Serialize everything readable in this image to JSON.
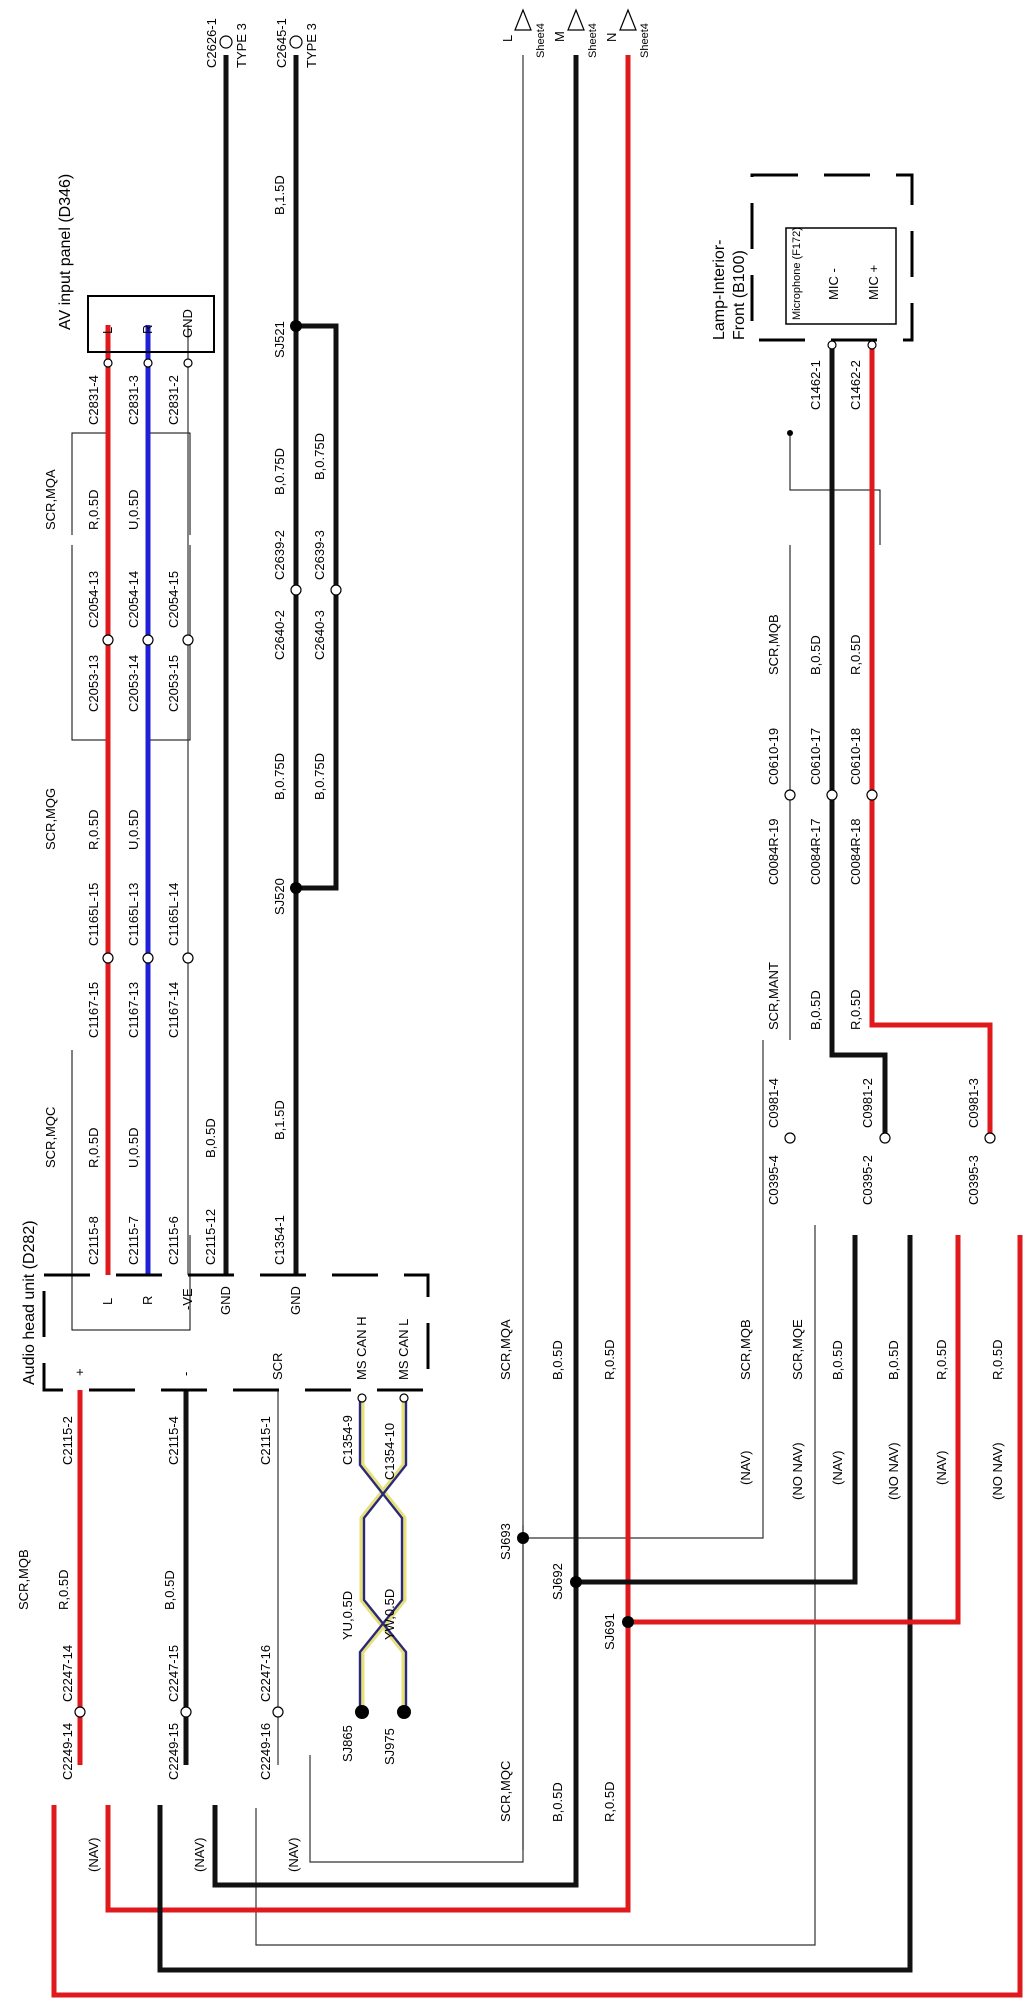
{
  "components": {
    "av_panel": {
      "title": "AV input panel (D346)",
      "pins": [
        "L",
        "R",
        "GND"
      ]
    },
    "audio_head_unit": {
      "title": "Audio head unit (D282)",
      "pins_top": [
        "L",
        "R",
        "-VE",
        "GND",
        "GND"
      ],
      "pins_bottom": [
        "+",
        "-",
        "SCR",
        "MS CAN H",
        "MS CAN L"
      ]
    },
    "lamp_interior": {
      "title_line1": "Lamp-Interior-",
      "title_line2": "Front (B100)",
      "microphone": "Microphone (F172)",
      "pins": [
        "MIC -",
        "MIC +"
      ]
    }
  },
  "top_connectors": [
    {
      "id": "C2626-1",
      "type": "TYPE 3"
    },
    {
      "id": "C2645-1",
      "type": "TYPE 3"
    }
  ],
  "sheet_refs": [
    {
      "letter": "L",
      "sheet": "Sheet4"
    },
    {
      "letter": "M",
      "sheet": "Sheet4"
    },
    {
      "letter": "N",
      "sheet": "Sheet4"
    }
  ],
  "connectors": {
    "c2831": [
      "C2831-4",
      "C2831-3",
      "C2831-2"
    ],
    "c2054": [
      "C2054-13",
      "C2054-14",
      "C2054-15"
    ],
    "c2053": [
      "C2053-13",
      "C2053-14",
      "C2053-15"
    ],
    "c1165": [
      "C1165L-15",
      "C1165L-13",
      "C1165L-14"
    ],
    "c1167": [
      "C1167-15",
      "C1167-13",
      "C1167-14"
    ],
    "c2115_top": [
      "C2115-8",
      "C2115-7",
      "C2115-6",
      "C2115-12"
    ],
    "c1354_1": "C1354-1",
    "c2639": [
      "C2639-2",
      "C2639-3"
    ],
    "c2640": [
      "C2640-2",
      "C2640-3"
    ],
    "c2115_bottom": [
      "C2115-2",
      "C2115-4",
      "C2115-1"
    ],
    "c1354_can": [
      "C1354-9",
      "C1354-10"
    ],
    "c2247": [
      "C2247-14",
      "C2247-15",
      "C2247-16"
    ],
    "c2249": [
      "C2249-14",
      "C2249-15",
      "C2249-16"
    ],
    "c1462": [
      "C1462-1",
      "C1462-2"
    ],
    "c0610": [
      "C0610-19",
      "C0610-17",
      "C0610-18"
    ],
    "c0084r": [
      "C0084R-19",
      "C0084R-17",
      "C0084R-18"
    ],
    "c0981": [
      "C0981-4",
      "C0981-2",
      "C0981-3"
    ],
    "c0395": [
      "C0395-4",
      "C0395-2",
      "C0395-3"
    ]
  },
  "splices": {
    "sj521": "SJ521",
    "sj520": "SJ520",
    "sj693": "SJ693",
    "sj692": "SJ692",
    "sj691": "SJ691",
    "sj865": "SJ865",
    "sj975": "SJ975"
  },
  "screens": {
    "scr_mqa": "SCR,MQA",
    "scr_mqg": "SCR,MQG",
    "scr_mqc": "SCR,MQC",
    "scr_mqb": "SCR,MQB",
    "scr_mqb2": "SCR,MQB",
    "scr_mant": "SCR,MANT",
    "scr_mqa_r": "SCR,MQA",
    "scr_mqc_b": "SCR,MQC",
    "scr_mqb_c": "SCR,MQB",
    "scr_mqe": "SCR,MQE"
  },
  "wire_labels": {
    "r05": "R,0.5D",
    "u05": "U,0.5D",
    "b05": "B,0.5D",
    "b15": "B,1.5D",
    "b075": "B,0.75D",
    "yu05": "YU,0.5D",
    "yw05": "YW,0.5D"
  },
  "options": {
    "nav": "(NAV)",
    "no_nav": "(NO NAV)"
  }
}
